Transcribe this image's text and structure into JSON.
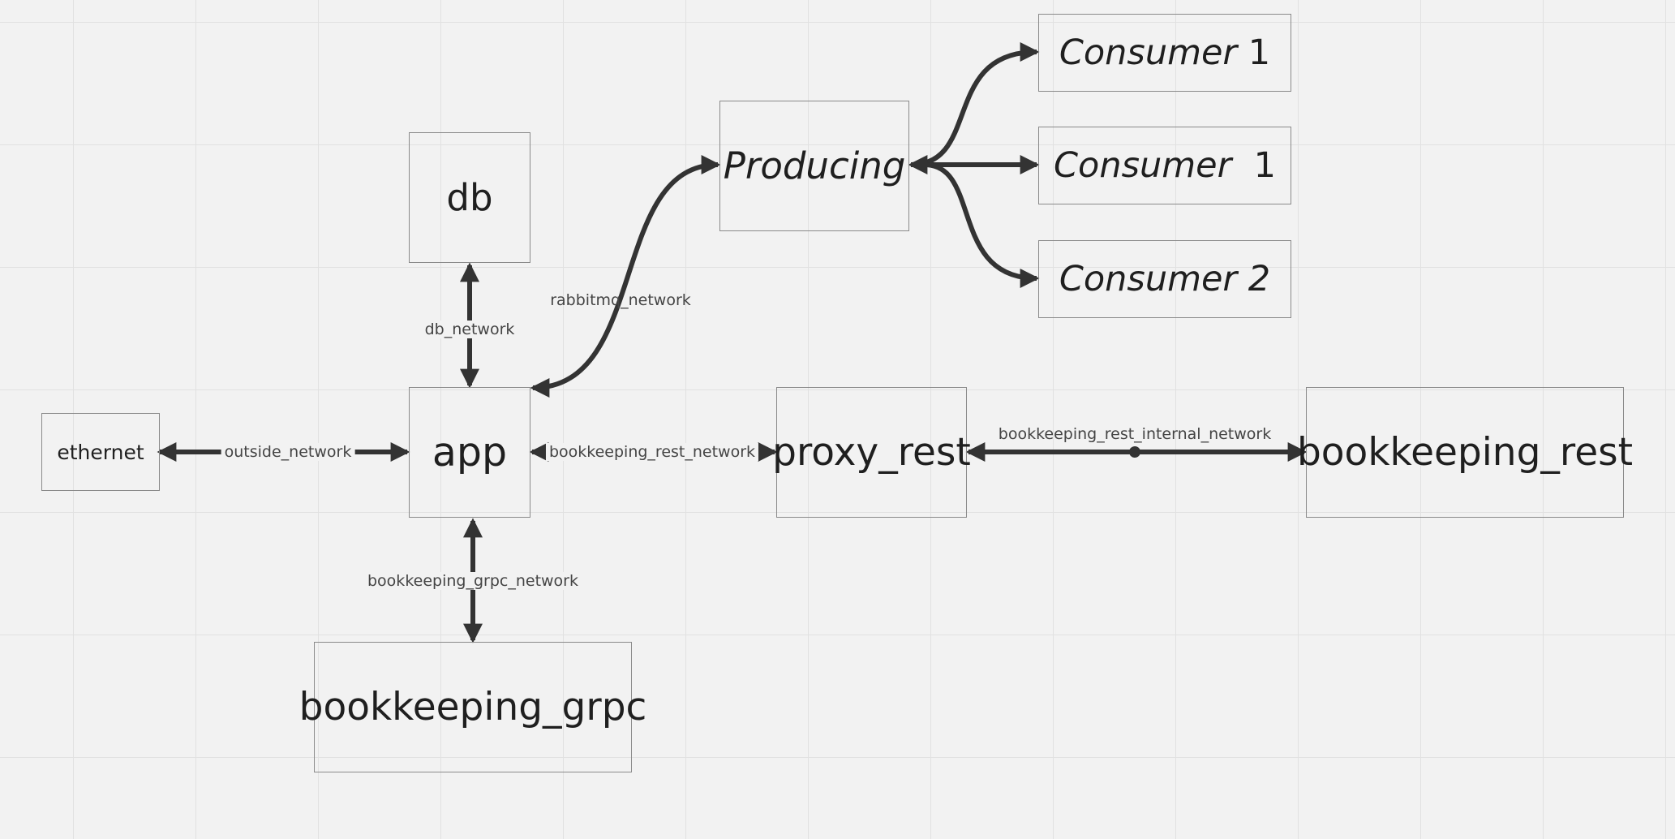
{
  "nodes": {
    "ethernet": "ethernet",
    "app": "app",
    "db": "db",
    "producing": "Producing",
    "consumer_a": {
      "word": "Consumer",
      "num": "1"
    },
    "consumer_b": {
      "word": "Consumer",
      "num": "1"
    },
    "consumer_c": {
      "word": "Consumer 2",
      "num": ""
    },
    "proxy_rest": "proxy_rest",
    "bookkeeping_rest": "bookkeeping_rest",
    "bookkeeping_grpc": "bookkeeping_grpc"
  },
  "edges": {
    "outside_network": "outside_network",
    "db_network": "db_network",
    "rabbitmq_network": "rabbitmq_network",
    "bookkeeping_rest_network": "bookkeeping_rest_network",
    "bookkeeping_rest_internal_network": "bookkeeping_rest_internal_network",
    "bookkeeping_grpc_network": "bookkeeping_grpc_network"
  },
  "colors": {
    "canvas": "#f2f2f2",
    "grid": "#e1e1e1",
    "connector": "#333333",
    "node_border": "#8a8a8a",
    "text": "#1f1f1f"
  }
}
